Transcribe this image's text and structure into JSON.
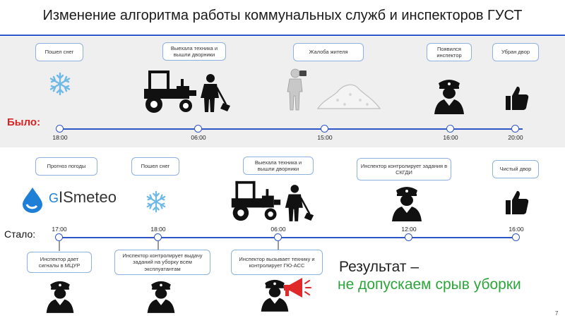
{
  "title": "Изменение алгоритма работы коммунальных служб и инспекторов ГУСТ",
  "before": {
    "label": "Было:",
    "events": [
      "Пошел снег",
      "Выехала техника и вышли дворники",
      "Жалоба жителя",
      "Появился инспектор",
      "Убран двор"
    ],
    "times": [
      "18:00",
      "06:00",
      "15:00",
      "16:00",
      "20:00"
    ]
  },
  "after": {
    "label": "Стало:",
    "top_events": [
      "Прогноз погоды",
      "Пошел снег",
      "Выехала техника и вышли дворники",
      "Инспектор контролирует задания в СКГДИ",
      "Чистый двор"
    ],
    "times": [
      "17:00",
      "18:00",
      "06:00",
      "12:00",
      "16:00"
    ],
    "bottom_events": [
      "Инспектор дает сигналы в МЦУР",
      "Инспектор контролирует выдачу заданий на уборку всем эксплуатантам",
      "Инспектор вызывает технику и контролирует ГЮ-АСС"
    ]
  },
  "logo": {
    "prefix": "G",
    "brand": "ISmeteo"
  },
  "result": {
    "line1": "Результат –",
    "line2": "не допускаем срыв уборки"
  },
  "page_number": "7",
  "colors": {
    "accent": "#2d56c9",
    "was": "#d62424",
    "result": "#2ca53a"
  }
}
